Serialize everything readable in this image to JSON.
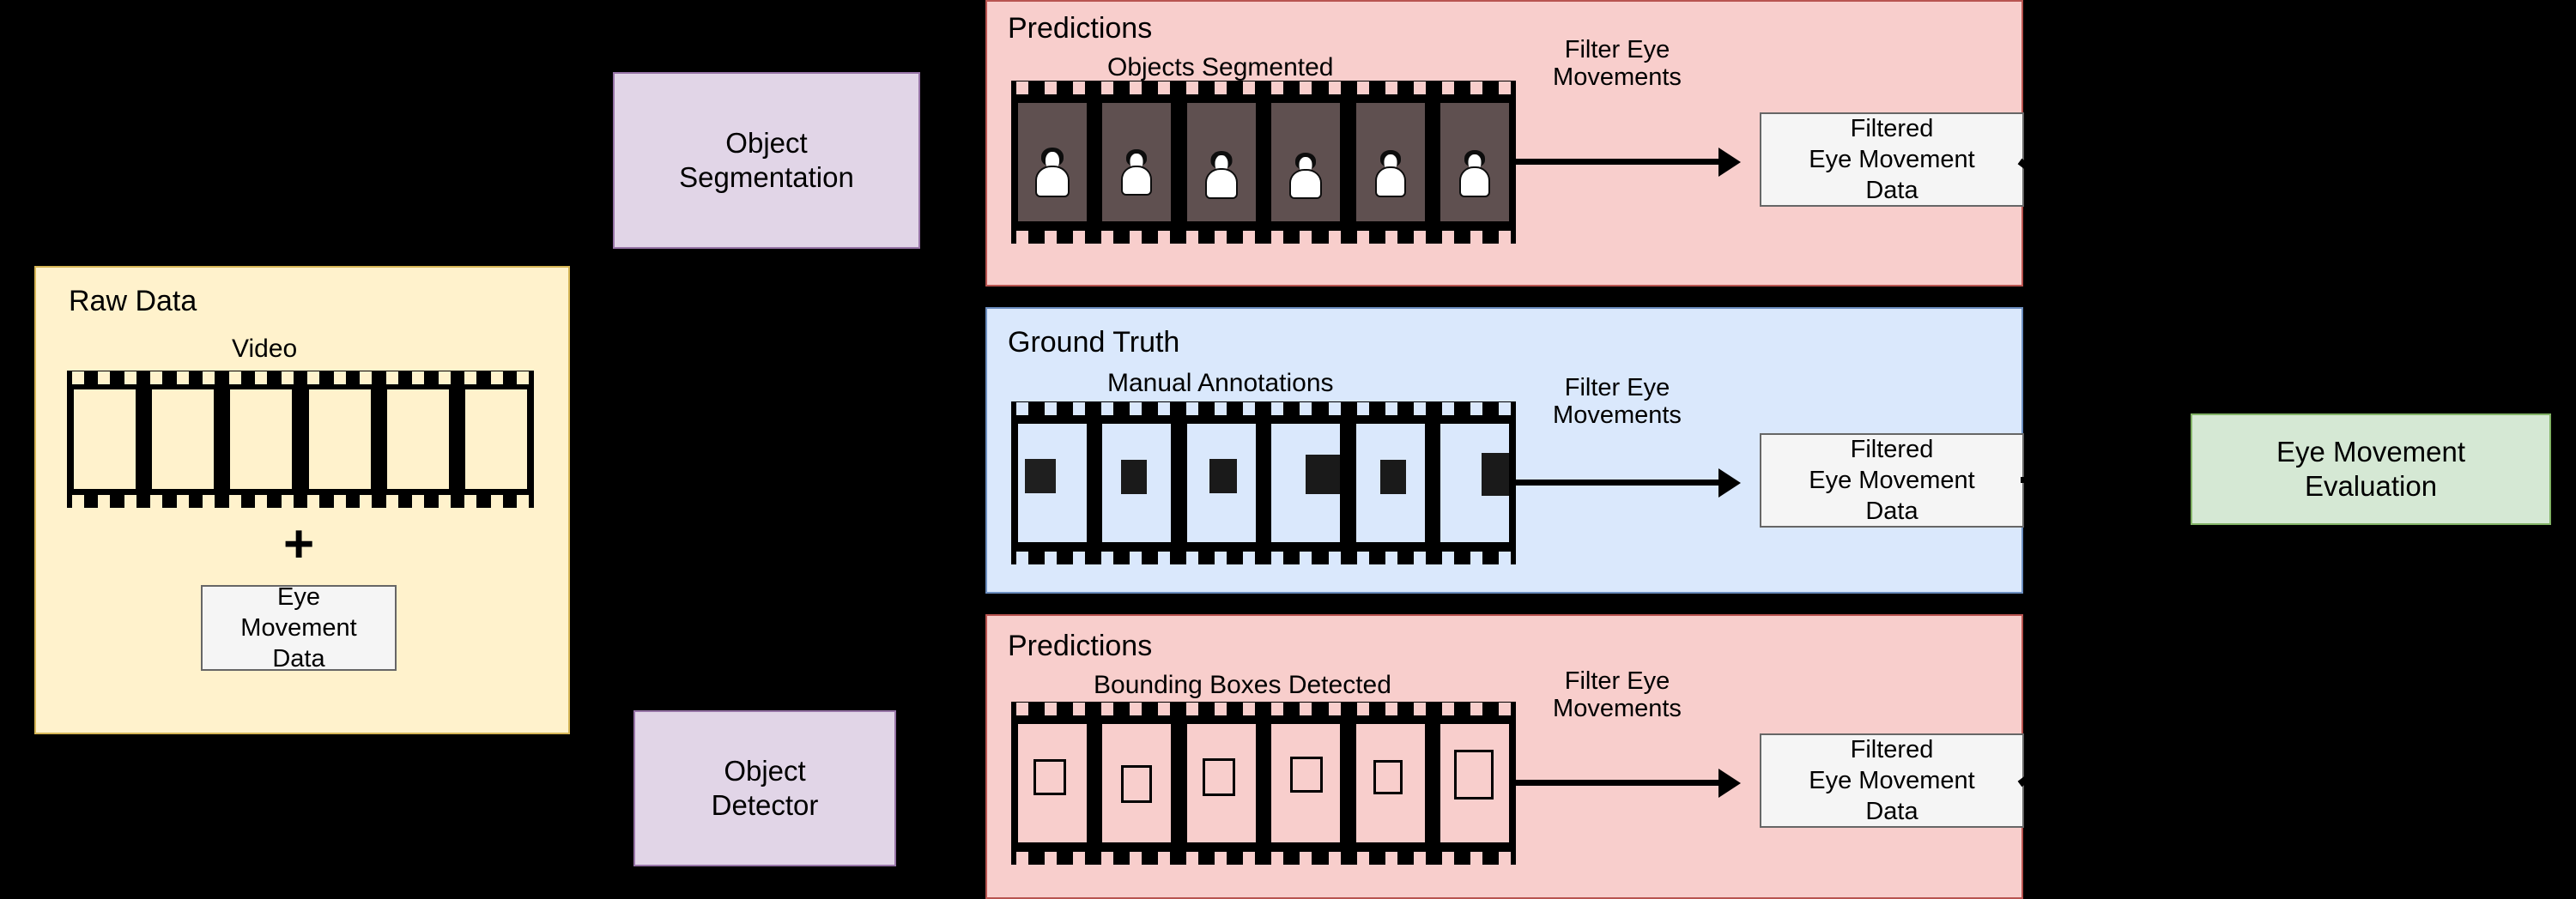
{
  "diagram": {
    "title_hidden": "Eye Movement Evaluation Pipeline",
    "background_color": "#000000"
  },
  "raw_data_panel": {
    "title": "Raw Data",
    "video_label": "Video",
    "plus_symbol": "+",
    "eye_movement_box": "Eye\nMovement\nData",
    "eye_movement_lines": [
      "Eye",
      "Movement",
      "Data"
    ],
    "frame_count": 6,
    "fill_color": "#fff2cc",
    "border_color": "#d6b656"
  },
  "process_boxes": [
    {
      "name": "object-segmentation",
      "lines": [
        "Object",
        "Segmentation"
      ],
      "fill_color": "#e1d5e7",
      "border_color": "#9673a6"
    },
    {
      "name": "object-detector",
      "lines": [
        "Object",
        "Detector"
      ],
      "fill_color": "#e1d5e7",
      "border_color": "#9673a6"
    }
  ],
  "panels": [
    {
      "id": "predictions-segmentation",
      "title": "Predictions",
      "subtitle": "Objects Segmented",
      "edge_label_lines": [
        "Filter Eye",
        "Movements"
      ],
      "data_box_lines": [
        "Filtered",
        "Eye Movement",
        "Data"
      ],
      "frame_count": 6,
      "frame_content": "person-icon",
      "fill_color": "#f8cecc",
      "border_color": "#b85450",
      "frame_fill": "#5f5050"
    },
    {
      "id": "ground-truth",
      "title": "Ground Truth",
      "subtitle": "Manual  Annotations",
      "edge_label_lines": [
        "Filter Eye",
        "Movements"
      ],
      "data_box_lines": [
        "Filtered",
        "Eye Movement",
        "Data"
      ],
      "frame_count": 6,
      "frame_content": "annotation-blob",
      "fill_color": "#dae8fc",
      "border_color": "#6c8ebf",
      "frame_fill": "#dae8fc"
    },
    {
      "id": "predictions-detection",
      "title": "Predictions",
      "subtitle": "Bounding Boxes Detected",
      "edge_label_lines": [
        "Filter Eye",
        "Movements"
      ],
      "data_box_lines": [
        "Filtered",
        "Eye Movement",
        "Data"
      ],
      "frame_count": 6,
      "frame_content": "bounding-box",
      "fill_color": "#f8cecc",
      "border_color": "#b85450",
      "frame_fill": "#f8cecc"
    }
  ],
  "evaluation_box": {
    "lines": [
      "Eye Movement",
      "Evaluation"
    ],
    "fill_color": "#d5e8d4",
    "border_color": "#82b366"
  },
  "chart_data": {
    "type": "diagram",
    "title": "Eye Movement Evaluation Pipeline",
    "nodes": [
      "Raw Data",
      "Video",
      "Eye Movement Data",
      "Object Segmentation",
      "Object Detector",
      "Predictions / Objects Segmented",
      "Ground Truth / Manual Annotations",
      "Predictions / Bounding Boxes Detected",
      "Filtered Eye Movement Data",
      "Eye Movement Evaluation"
    ],
    "edges": [
      "Object Segmentation -> Objects Segmented",
      "Object Detector -> Bounding Boxes Detected",
      "Objects Segmented -Filter Eye Movements-> Filtered Eye Movement Data",
      "Manual Annotations -Filter Eye Movements-> Filtered Eye Movement Data",
      "Bounding Boxes Detected -Filter Eye Movements-> Filtered Eye Movement Data",
      "Filtered Eye Movement Data -> Eye Movement Evaluation"
    ]
  }
}
